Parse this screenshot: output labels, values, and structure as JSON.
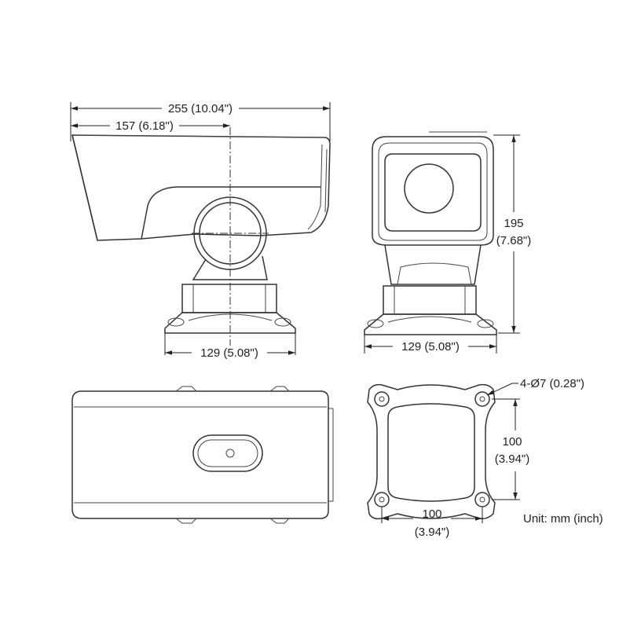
{
  "dimensions": {
    "side_total_length": "255 (10.04\")",
    "side_pivot_offset": "157 (6.18\")",
    "side_base_width": "129 (5.08\")",
    "front_height_mm": "195",
    "front_height_in": "(7.68\")",
    "front_base_width": "129 (5.08\")",
    "hole_spec": "4-Ø7 (0.28\")",
    "hole_vertical_mm": "100",
    "hole_vertical_in": "(3.94\")",
    "hole_horizontal_mm": "100",
    "hole_horizontal_in": "(3.94\")"
  },
  "unit_note": "Unit: mm (inch)"
}
